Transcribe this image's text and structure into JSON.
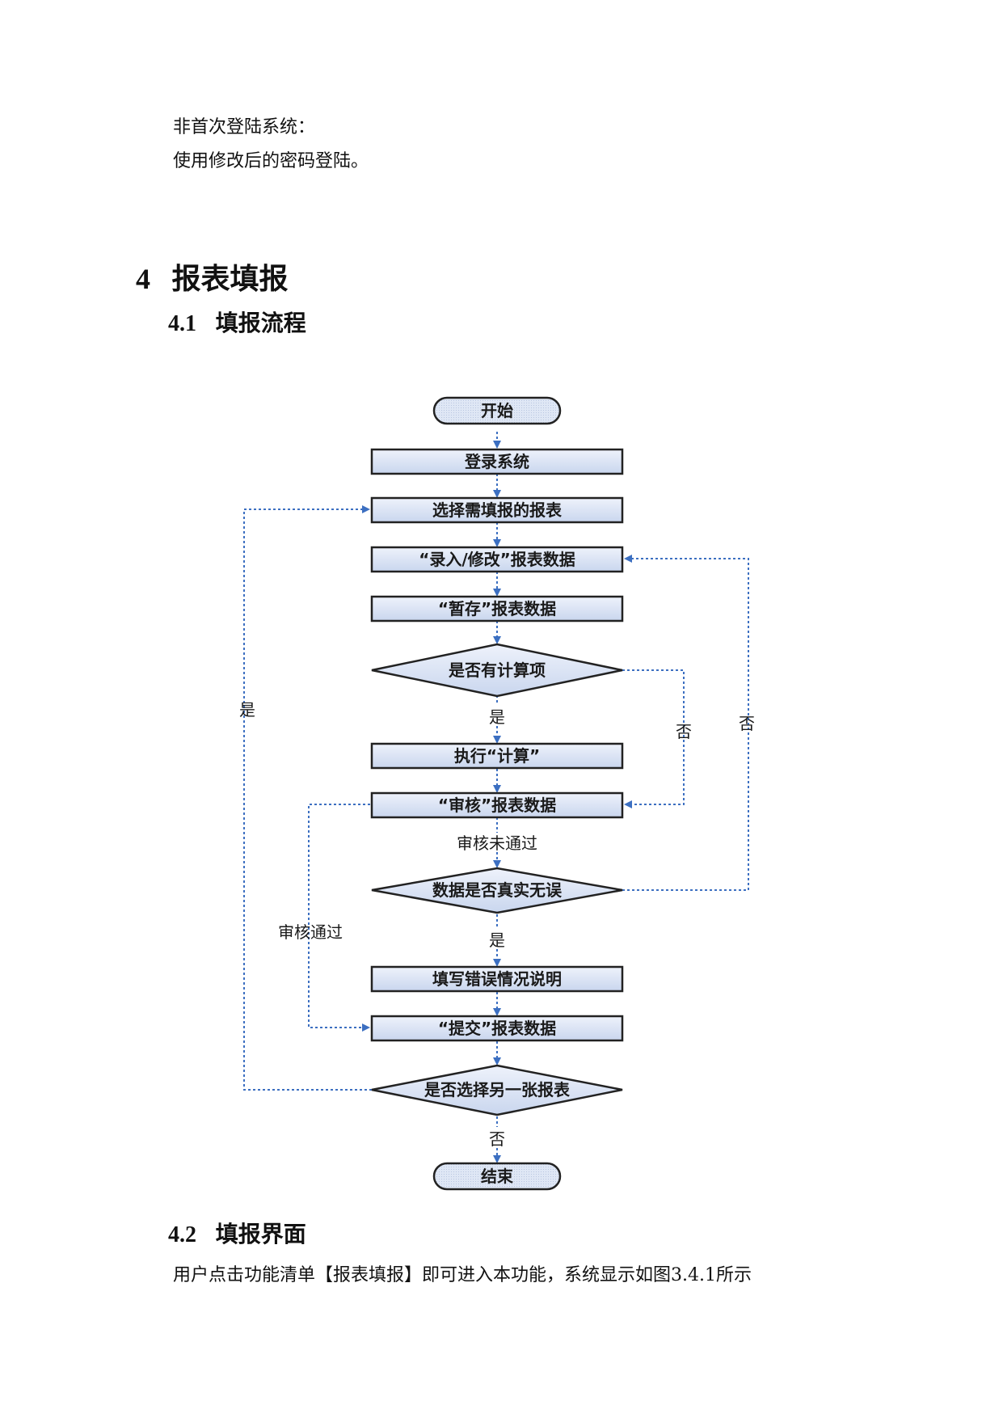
{
  "intro": {
    "line1": "非首次登陆系统：",
    "line2": "使用修改后的密码登陆。"
  },
  "section4": {
    "number": "4",
    "title": "报表填报"
  },
  "section4_1": {
    "number": "4.1",
    "title": "填报流程"
  },
  "flowchart": {
    "nodes": {
      "start": "开始",
      "login": "登录系统",
      "select": "选择需填报的报表",
      "edit": "“录入/修改”报表数据",
      "save": "“暂存”报表数据",
      "has_calc": "是否有计算项",
      "calc": "执行“计算”",
      "audit": "“审核”报表数据",
      "is_true": "数据是否真实无误",
      "explain": "填写错误情况说明",
      "submit": "“提交”报表数据",
      "another": "是否选择另一张报表",
      "end": "结束"
    },
    "labels": {
      "calc_yes": "是",
      "calc_no": "否",
      "true_no": "否",
      "loop_yes": "是",
      "audit_fail": "审核未通过",
      "audit_pass": "审核通过",
      "true_yes": "是",
      "another_no": "否"
    },
    "colors": {
      "box_fill": "#dfe7f5",
      "edge": "#3c6fc1"
    }
  },
  "section4_2": {
    "number": "4.2",
    "title": "填报界面"
  },
  "body": {
    "text": "用户点击功能清单【报表填报】即可进入本功能，系统显示如图3.4.1所示"
  }
}
